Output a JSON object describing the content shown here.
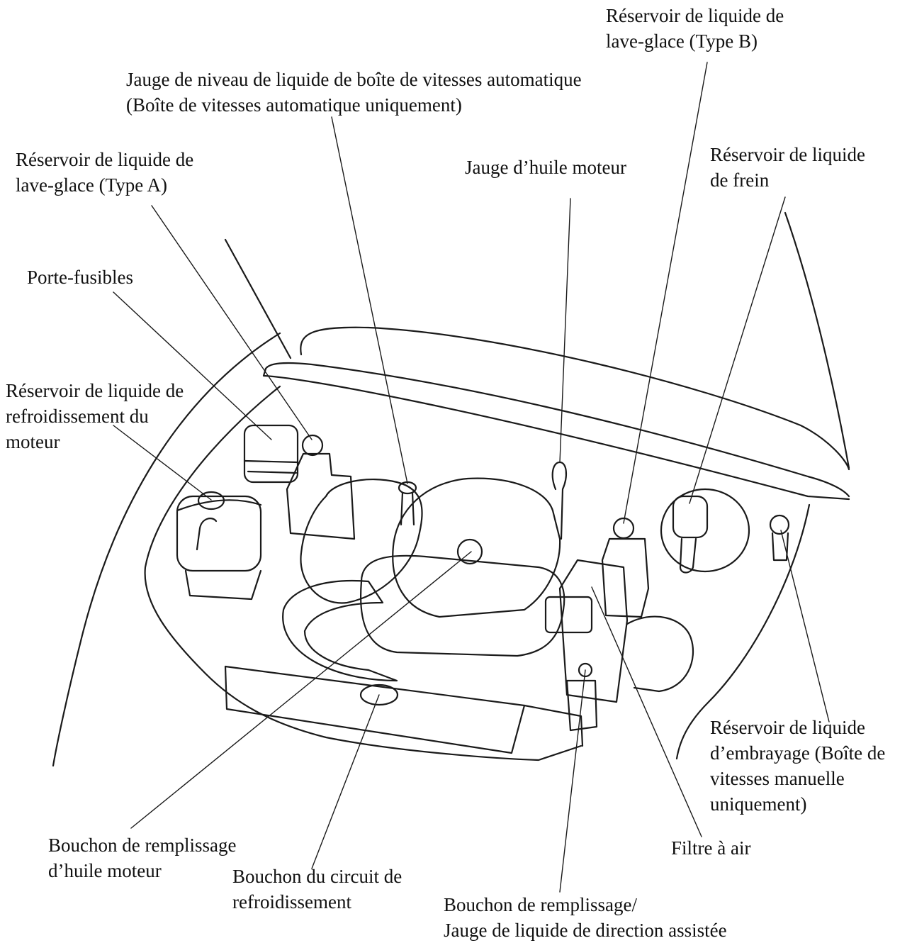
{
  "labels": {
    "washer_b": [
      "Réservoir de liquide de",
      "lave-glace (Type B)"
    ],
    "atf_gauge": [
      "Jauge de niveau de liquide de boîte de vitesses automatique",
      "(Boîte de vitesses automatique uniquement)"
    ],
    "washer_a": [
      "Réservoir de liquide de",
      "lave-glace (Type A)"
    ],
    "oil_gauge": [
      "Jauge d’huile moteur"
    ],
    "brake_fluid": [
      "Réservoir de liquide",
      "de frein"
    ],
    "fuse_box": [
      "Porte-fusibles"
    ],
    "coolant_reservoir": [
      "Réservoir de liquide de",
      "refroidissement du",
      "moteur"
    ],
    "clutch_fluid": [
      "Réservoir de liquide",
      "d’embrayage (Boîte de",
      "vitesses manuelle",
      "uniquement)"
    ],
    "oil_filler_cap": [
      "Bouchon de remplissage",
      "d’huile moteur"
    ],
    "air_filter": [
      "Filtre à air"
    ],
    "radiator_cap": [
      "Bouchon du circuit de",
      "refroidissement"
    ],
    "power_steering": [
      "Bouchon de remplissage/",
      "Jauge de liquide de direction assistée"
    ]
  }
}
